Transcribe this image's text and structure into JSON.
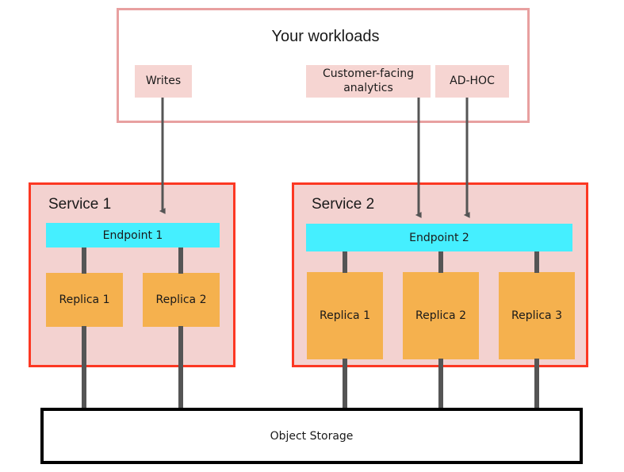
{
  "diagram": {
    "title_workloads": "Your workloads",
    "workloads": [
      {
        "id": "writes",
        "label": "Writes"
      },
      {
        "id": "customer-facing-analytics",
        "label": "Customer-facing analytics"
      },
      {
        "id": "ad-hoc",
        "label": "AD-HOC"
      }
    ],
    "services": [
      {
        "id": "service-1",
        "label": "Service 1",
        "endpoint": "Endpoint 1",
        "replicas": [
          "Replica 1",
          "Replica 2"
        ]
      },
      {
        "id": "service-2",
        "label": "Service 2",
        "endpoint": "Endpoint 2",
        "replicas": [
          "Replica 1",
          "Replica 2",
          "Replica 3"
        ]
      }
    ],
    "storage": {
      "label": "Object Storage"
    },
    "colors": {
      "workload_border": "#e8a0a0",
      "chip_fill": "#f6d5d2",
      "service_border": "#fc3823",
      "service_fill": "#f3d2d0",
      "endpoint_fill": "#45efff",
      "replica_fill": "#f5b14e",
      "connector": "#555555",
      "storage_border": "#000000",
      "text": "#1a1a1a"
    },
    "flows": [
      {
        "id": "writes-to-endpoint-1",
        "from": "Writes",
        "to": "Endpoint 1"
      },
      {
        "id": "analytics-to-endpoint-2",
        "from": "Customer-facing analytics",
        "to": "Endpoint 2"
      },
      {
        "id": "adhoc-to-endpoint-2",
        "from": "AD-HOC",
        "to": "Endpoint 2"
      }
    ]
  }
}
